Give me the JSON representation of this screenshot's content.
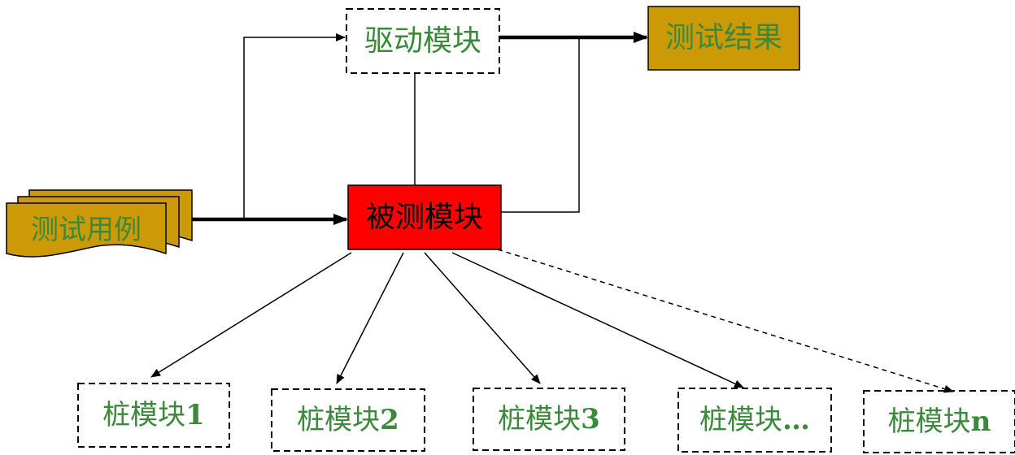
{
  "diagram": {
    "colors": {
      "text_green": "#3b8a3b",
      "text_black": "#000000",
      "box_gold": "#cc9a06",
      "box_red": "#ff0000",
      "stroke": "#000000",
      "background": "#ffffff"
    },
    "nodes": {
      "driver": {
        "label": "驱动模块"
      },
      "result": {
        "label": "测试结果"
      },
      "module_under_test": {
        "label": "被测模块"
      },
      "test_cases": {
        "label": "测试用例"
      },
      "stubs": [
        {
          "prefix": "桩模块",
          "suffix": "1"
        },
        {
          "prefix": "桩模块",
          "suffix": "2"
        },
        {
          "prefix": "桩模块",
          "suffix": "3"
        },
        {
          "prefix": "桩模块",
          "suffix": "…"
        },
        {
          "prefix": "桩模块",
          "suffix": "n"
        }
      ]
    }
  }
}
